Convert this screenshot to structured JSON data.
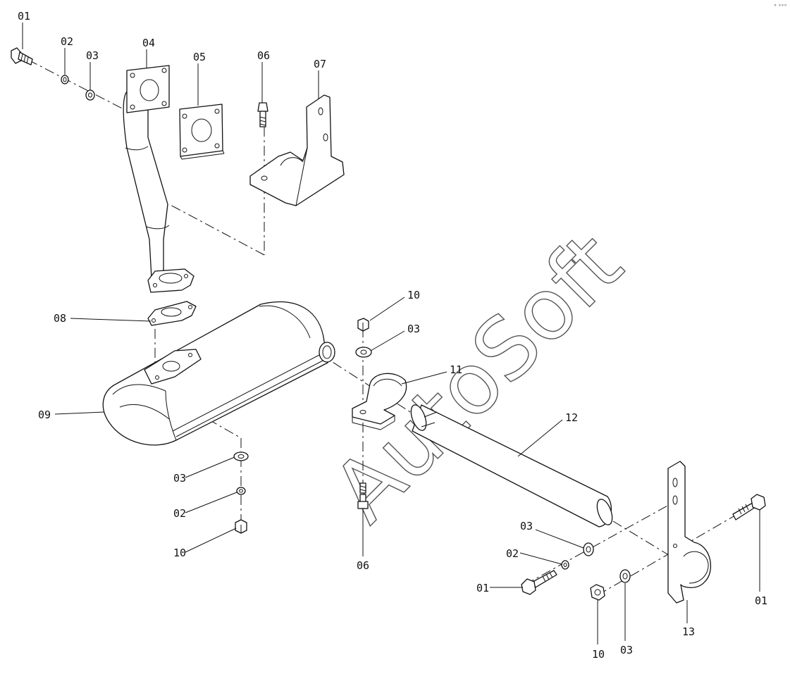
{
  "watermark": "AutoSoft",
  "corner_mark": "° °°°",
  "callouts": {
    "c01_top": "01",
    "c02_top": "02",
    "c03_top": "03",
    "c04": "04",
    "c05": "05",
    "c06_top": "06",
    "c07": "07",
    "c08": "08",
    "c09": "09",
    "c10_top": "10",
    "c03_mid": "03",
    "c11": "11",
    "c12": "12",
    "c03_left": "03",
    "c02_left": "02",
    "c10_left": "10",
    "c06_bottom": "06",
    "c03_right": "03",
    "c02_right": "02",
    "c01_bottom_left": "01",
    "c10_bottom": "10",
    "c03_bottom": "03",
    "c13": "13",
    "c01_right": "01"
  },
  "colors": {
    "line": "#111111",
    "background": "#ffffff",
    "watermark": "#555555"
  }
}
